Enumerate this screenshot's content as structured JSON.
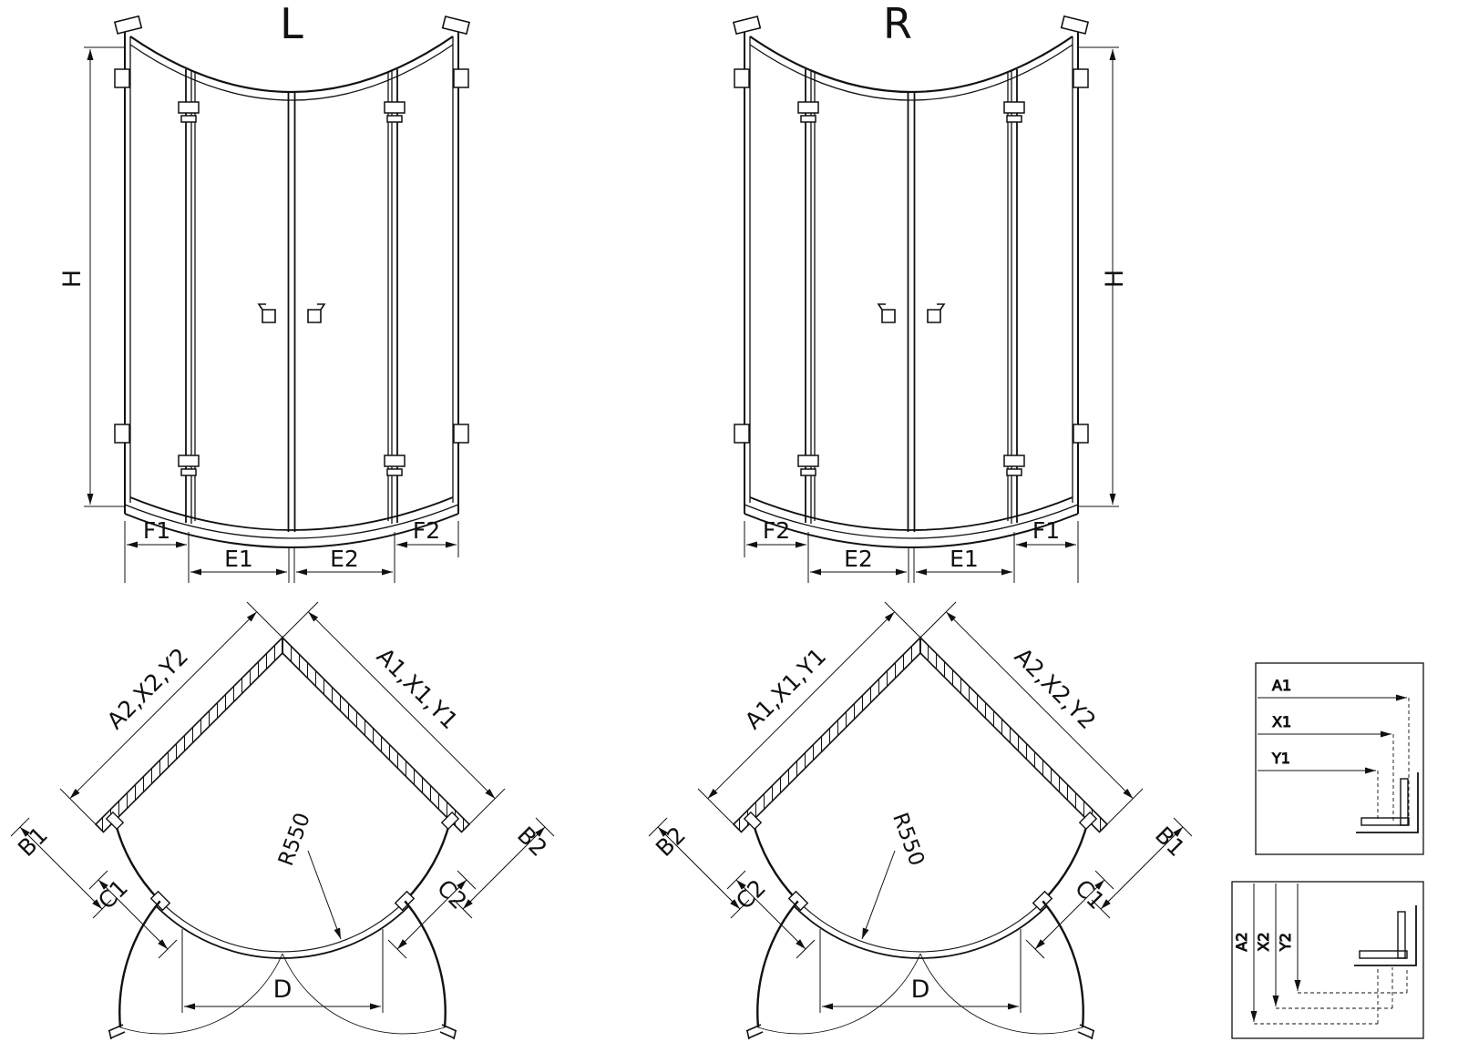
{
  "page": {
    "background": "#ffffff",
    "line_color": "#111111"
  },
  "views": {
    "front_left": {
      "title": "L",
      "height_label": "H",
      "bottom_dims": [
        "F1",
        "E1",
        "E2",
        "F2"
      ]
    },
    "front_right": {
      "title": "R",
      "height_label": "H",
      "bottom_dims": [
        "F2",
        "E2",
        "E1",
        "F1"
      ]
    },
    "plan_left": {
      "left_edge_label": "A2,X2,Y2",
      "right_edge_label": "A1,X1,Y1",
      "left_outer": "B1",
      "right_outer": "B2",
      "left_inner": "C1",
      "right_inner": "C2",
      "radius_label": "R550",
      "width_label": "D"
    },
    "plan_right": {
      "left_edge_label": "A1,X1,Y1",
      "right_edge_label": "A2,X2,Y2",
      "left_outer": "B2",
      "right_outer": "B1",
      "left_inner": "C2",
      "right_inner": "C1",
      "radius_label": "R550",
      "width_label": "D"
    },
    "detail_top": {
      "labels": [
        "A1",
        "X1",
        "Y1"
      ]
    },
    "detail_bottom": {
      "labels": [
        "A2",
        "X2",
        "Y2"
      ]
    }
  }
}
